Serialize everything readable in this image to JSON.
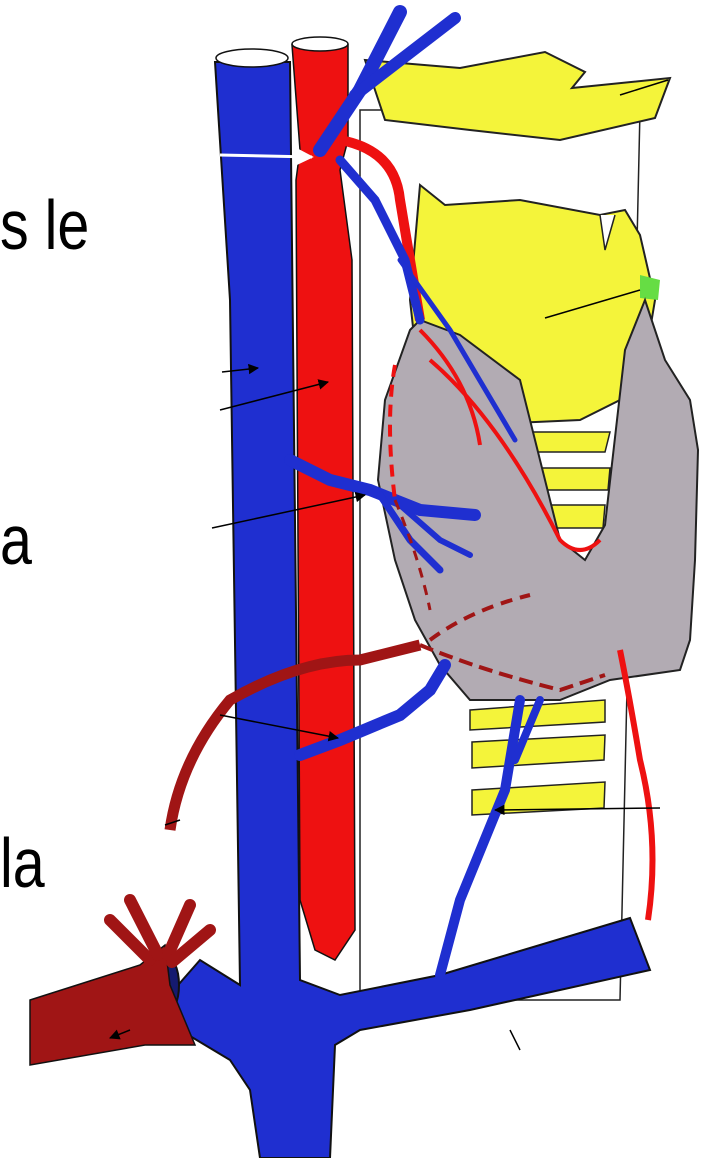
{
  "text_fragments": [
    "s le",
    "a",
    "la"
  ],
  "colors": {
    "vein": "#1f2fd0",
    "artery": "#ee1111",
    "dark_artery": "#a01515",
    "thyroid": "#b2abb3",
    "cartilage": "#f4f43a",
    "outline": "#000000",
    "accent_green": "#66dd44",
    "background": "#ffffff"
  }
}
